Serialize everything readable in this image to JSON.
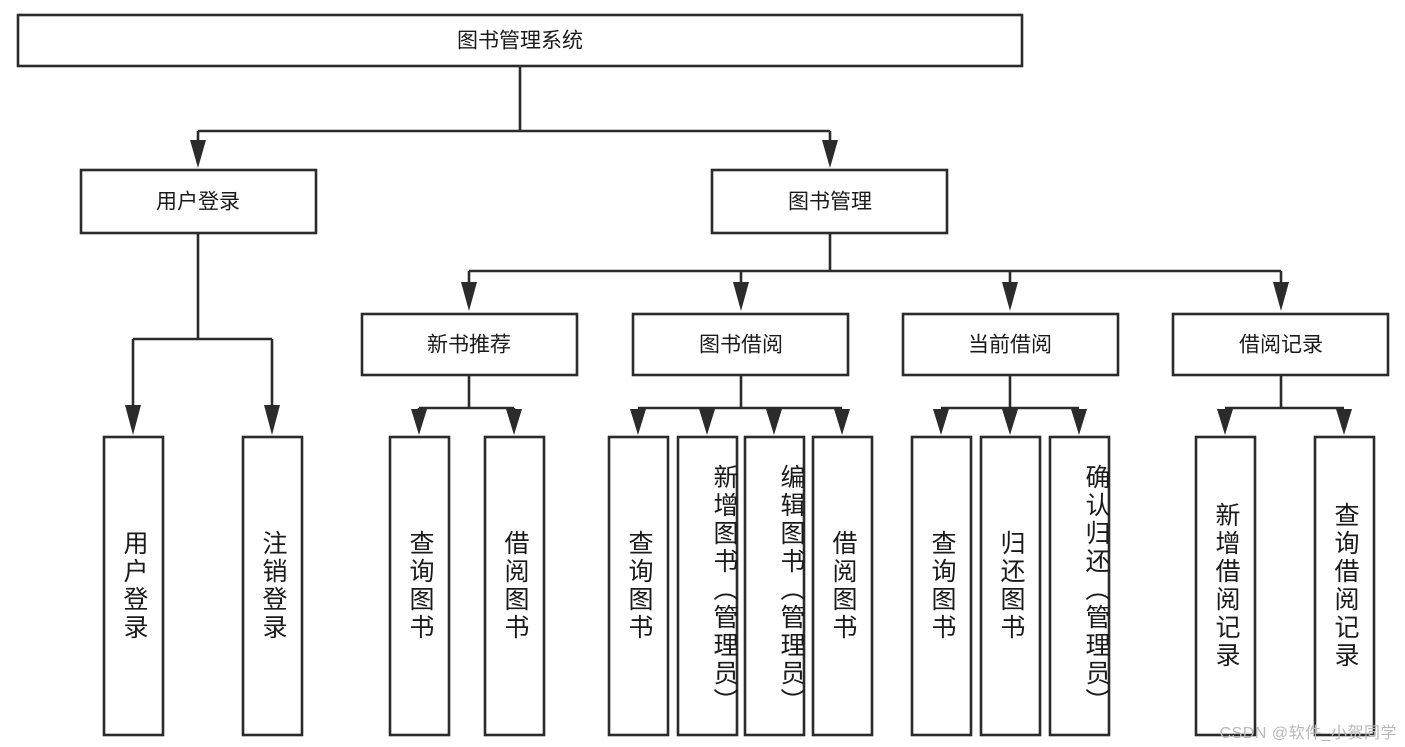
{
  "diagram": {
    "title": "图书管理系统",
    "type": "tree",
    "watermark": "CSDN @软件_小贺同学",
    "colors": {
      "stroke": "#2b2b2b",
      "box_fill": "#ffffff",
      "text": "#1a1a1a",
      "background": "#ffffff",
      "watermark": "#b9b9b9"
    },
    "root": {
      "label": "图书管理系统"
    },
    "level2": [
      {
        "label": "用户登录"
      },
      {
        "label": "图书管理"
      }
    ],
    "level3": [
      {
        "label": "新书推荐"
      },
      {
        "label": "图书借阅"
      },
      {
        "label": "当前借阅"
      },
      {
        "label": "借阅记录"
      }
    ],
    "leaves": {
      "user_login": [
        {
          "label": "用户登录"
        },
        {
          "label": "注销登录"
        }
      ],
      "new_book_recommend": [
        {
          "label": "查询图书"
        },
        {
          "label": "借阅图书"
        }
      ],
      "book_borrow": [
        {
          "label": "查询图书"
        },
        {
          "label": "新增图书（管理员）"
        },
        {
          "label": "编辑图书（管理员）"
        },
        {
          "label": "借阅图书"
        }
      ],
      "current_borrow": [
        {
          "label": "查询图书"
        },
        {
          "label": "归还图书"
        },
        {
          "label": "确认归还（管理员）"
        }
      ],
      "borrow_record": [
        {
          "label": "新增借阅记录"
        },
        {
          "label": "查询借阅记录"
        }
      ]
    }
  }
}
